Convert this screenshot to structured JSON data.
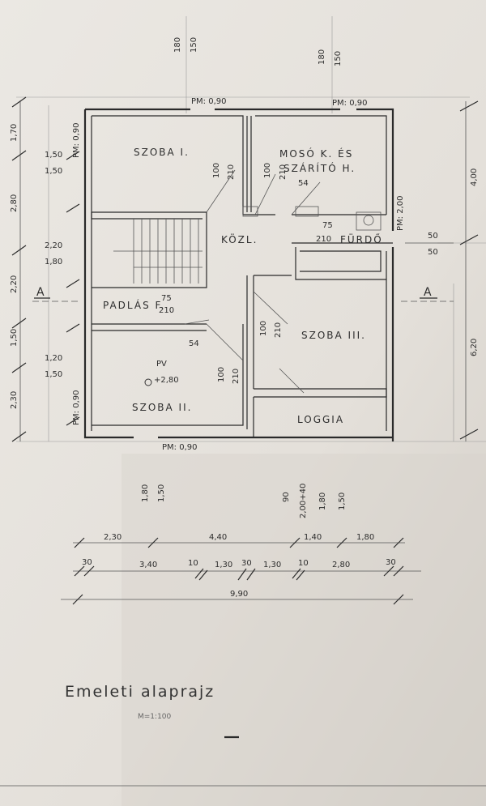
{
  "title": "Emeleti alaprajz",
  "scale": "M=1:100",
  "rooms": {
    "szoba1": "SZOBA I.",
    "moso_line1": "MOSÓ K. ÉS",
    "moso_line2": "SZÁRÍTÓ H.",
    "kozl": "KÖZL.",
    "furdo": "FÜRDŐ",
    "padlas": "PADLÁS F.",
    "szoba3": "SZOBA III.",
    "szoba2": "SZOBA II.",
    "loggia": "LOGGIA"
  },
  "section_marker": "A",
  "openings": {
    "pm_top_left": "PM: 0,90",
    "pm_top_right": "PM: 0,90",
    "pm_left_top": "PM: 0,90",
    "pm_left_bottom": "PM: 0,90",
    "pm_bottom": "PM: 0,90",
    "pm_right": "PM: 2,00",
    "pv_label": "PV",
    "pv_value": "+2,80",
    "door_100": "100",
    "door_210": "210",
    "door_75": "75",
    "door_54": "54",
    "window_180": "180",
    "window_150": "150"
  },
  "left_dims": [
    "1,70",
    "2,80",
    "2,20",
    "1,50",
    "2,30"
  ],
  "left_inner_dims": [
    [
      "1,50",
      "1,50"
    ],
    [
      "2,20",
      "1,80"
    ],
    [
      "1,20",
      "1,50"
    ]
  ],
  "right_dims": {
    "outer_top": "4,00",
    "outer_bottom": "6,20",
    "inner_top": "50",
    "inner_bottom": "50"
  },
  "bottom_vertical_dims": [
    "1,80",
    "1,50",
    "90",
    "2,00+40",
    "1,80",
    "1,50"
  ],
  "bottom_row1": [
    "2,30",
    "4,40",
    "1,40",
    "1,80"
  ],
  "bottom_row2": [
    "30",
    "3,40",
    "10",
    "1,30",
    "30",
    "1,30",
    "10",
    "2,80",
    "30"
  ],
  "total": "9,90"
}
